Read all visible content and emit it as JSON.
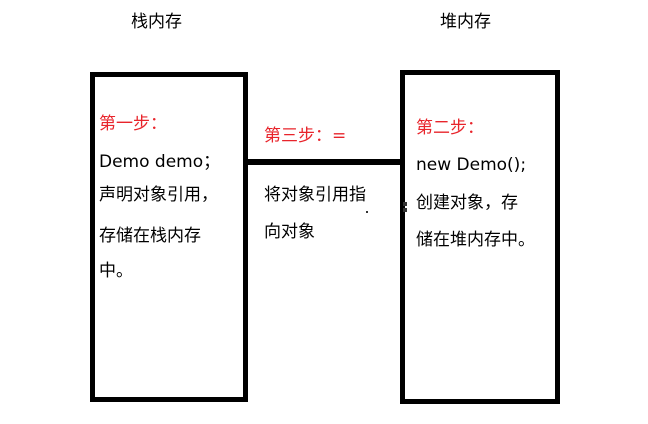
{
  "stack": {
    "title": "栈内存",
    "step_label": "第一步：",
    "lines": [
      "Demo demo；",
      "声明对象引用，",
      "存储在栈内存",
      "中。"
    ]
  },
  "heap": {
    "title": "堆内存",
    "step_label": "第二步：",
    "lines": [
      "new Demo();",
      "创建对象，存",
      "储在堆内存中。"
    ]
  },
  "link": {
    "step_label": "第三步：=",
    "lines": [
      "将对象引用指",
      "向对象"
    ]
  },
  "colors": {
    "step_label": "#e8242b",
    "stroke": "#000000"
  }
}
